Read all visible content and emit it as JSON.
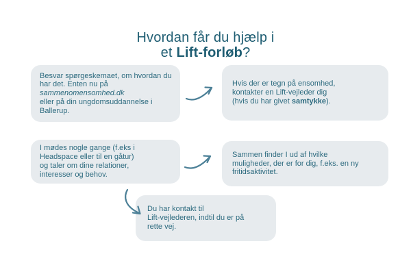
{
  "title": {
    "line1": "Hvordan får du hjælp i",
    "line2_prefix": "et ",
    "line2_bold": "Lift-forløb",
    "line2_suffix": "?"
  },
  "steps": [
    {
      "name": "questionnaire",
      "text_before": "Besvar spørgeskemaet, om hvordan du\nhar det. Enten nu på\n",
      "italic_text": "sammenomensomhed.dk",
      "text_after": "\neller på din ungdomsuddannelse i\nBallerup."
    },
    {
      "name": "lift-vejleder-contact",
      "text_before": "Hvis der er tegn på ensomhed,\nkontakter en Lift-vejleder dig\n(hvis du har givet ",
      "bold_text": "samtykke",
      "text_after": ")."
    },
    {
      "name": "meetings",
      "text": "I mødes nogle gange (f.eks i\nHeadspace eller til en gåtur)\nog taler om dine relationer,\ninteresser og behov."
    },
    {
      "name": "opportunities",
      "text": "Sammen finder I ud af hvilke\nmuligheder, der er for dig, f.eks. en ny\nfritidsaktivitet."
    },
    {
      "name": "ongoing-contact",
      "text": "Du har kontakt til\nLift-vejlederen, indtil du er på\nrette vej."
    }
  ],
  "icons": {
    "arrow_step1_to_step2": "curved-arrow-up-right",
    "arrow_step3_to_step4": "curved-arrow-up-right",
    "arrow_step3_to_step5": "curved-arrow-down-right"
  },
  "colors": {
    "background": "#ffffff",
    "box_background": "#e7ebee",
    "title_text": "#1e5d72",
    "body_text": "#2f6c80",
    "arrow": "#4c8097"
  }
}
